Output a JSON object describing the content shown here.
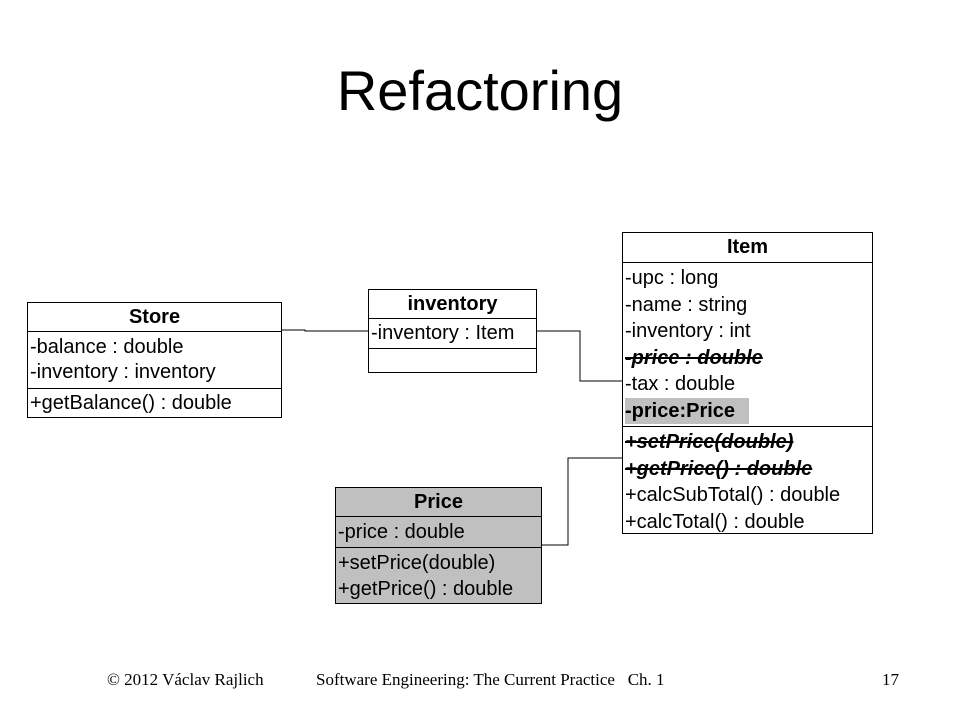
{
  "slide": {
    "title": "Refactoring",
    "footer": {
      "left": "© 2012 Václav Rajlich",
      "center": "Software Engineering: The Current Practice   Ch. 1",
      "page": "17"
    }
  },
  "classes": {
    "store": {
      "name": "Store",
      "attributes": [
        "-balance : double",
        "-inventory : inventory"
      ],
      "methods": [
        "+getBalance() : double"
      ]
    },
    "inventory": {
      "name": "inventory",
      "attributes": [
        "-inventory : Item"
      ],
      "methods": []
    },
    "item": {
      "name": "Item",
      "attributes": [
        "-upc : long",
        "-name : string",
        "-inventory : int",
        "-price : double",
        "-tax : double",
        "-price:Price"
      ],
      "methods": [
        "+setPrice(double)",
        "+getPrice() : double",
        "+calcSubTotal() : double",
        "+calcTotal() : double"
      ]
    },
    "price": {
      "name": "Price",
      "attributes": [
        "-price : double"
      ],
      "methods": [
        "+setPrice(double)",
        "+getPrice() : double"
      ]
    }
  }
}
